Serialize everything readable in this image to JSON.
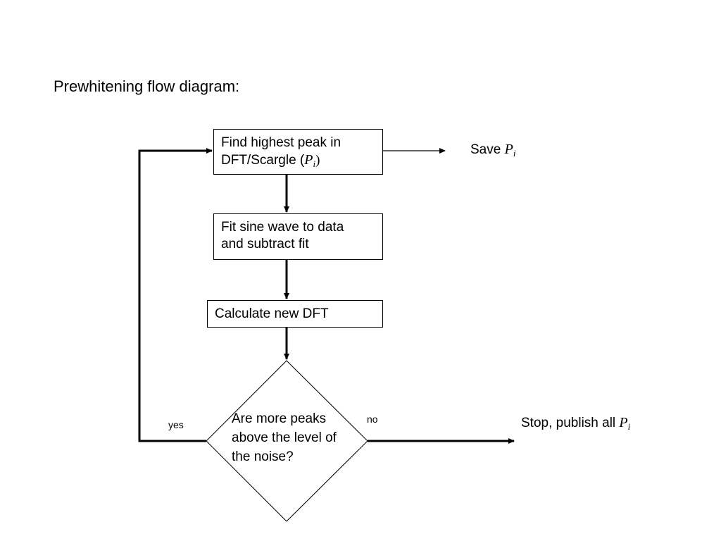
{
  "title": "Prewhitening flow diagram:",
  "boxes": {
    "find_peak": {
      "line1": "Find highest peak in",
      "line2_prefix": "DFT/Scargle (",
      "var": "P",
      "sub": "i",
      "line2_suffix": ")"
    },
    "fit_sine": {
      "line1": "Fit sine wave to data",
      "line2": "and subtract fit"
    },
    "calc_dft": {
      "label": "Calculate new DFT"
    }
  },
  "decision": {
    "line1": "Are more peaks",
    "line2": "above the level of",
    "line3": "the noise?"
  },
  "branch_labels": {
    "yes": "yes",
    "no": "no"
  },
  "outcomes": {
    "save": {
      "prefix": "Save ",
      "var": "P",
      "sub": "i"
    },
    "stop": {
      "prefix": "Stop, publish all ",
      "var": "P",
      "sub": "i"
    }
  },
  "colors": {
    "stroke": "#000000",
    "background": "#ffffff"
  }
}
